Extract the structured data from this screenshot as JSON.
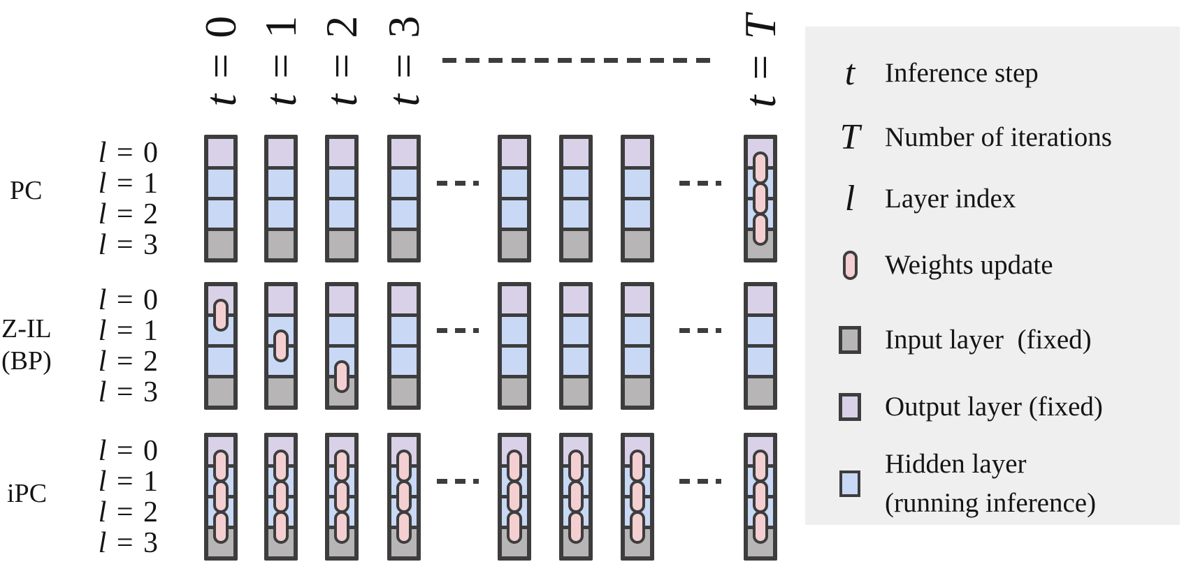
{
  "colors": {
    "output_layer": "#d9d1e8",
    "hidden_layer": "#c8d8f5",
    "input_layer": "#b7b5b5",
    "weights_pill": "#f4cfd2",
    "outline": "#3d3d3d",
    "legend_bg": "#f0eff0"
  },
  "time_labels": [
    {
      "col": 0,
      "sym": "t",
      "eq": " = ",
      "val": "0",
      "val_italic": false
    },
    {
      "col": 1,
      "sym": "t",
      "eq": " = ",
      "val": "1",
      "val_italic": false
    },
    {
      "col": 2,
      "sym": "t",
      "eq": " = ",
      "val": "2",
      "val_italic": false
    },
    {
      "col": 3,
      "sym": "t",
      "eq": " = ",
      "val": "3",
      "val_italic": false
    },
    {
      "col": 7,
      "sym": "t",
      "eq": " = ",
      "val": "T",
      "val_italic": true
    }
  ],
  "column_times": [
    "0",
    "1",
    "2",
    "3",
    null,
    null,
    null,
    "T"
  ],
  "layer_labels": [
    {
      "sym": "l",
      "eq": " = ",
      "val": "0"
    },
    {
      "sym": "l",
      "eq": " = ",
      "val": "1"
    },
    {
      "sym": "l",
      "eq": " = ",
      "val": "2"
    },
    {
      "sym": "l",
      "eq": " = ",
      "val": "3"
    }
  ],
  "cell_roles": [
    "output",
    "hidden",
    "hidden",
    "input"
  ],
  "rows": [
    {
      "id": "pc",
      "label": "PC",
      "pills": [
        [],
        [],
        [],
        [],
        [],
        [],
        [],
        [
          0,
          1,
          2
        ]
      ]
    },
    {
      "id": "z-il-bp",
      "label": "Z-IL\n(BP)",
      "pills": [
        [
          0
        ],
        [
          1
        ],
        [
          2
        ],
        [],
        [],
        [],
        [],
        []
      ]
    },
    {
      "id": "ipc",
      "label": "iPC",
      "pills": [
        [
          0,
          1,
          2
        ],
        [
          0,
          1,
          2
        ],
        [
          0,
          1,
          2
        ],
        [
          0,
          1,
          2
        ],
        [
          0,
          1,
          2
        ],
        [
          0,
          1,
          2
        ],
        [
          0,
          1,
          2
        ],
        [
          0,
          1,
          2
        ]
      ]
    }
  ],
  "legend": {
    "items": [
      {
        "type": "math",
        "symbol": "t",
        "label": "Inference step"
      },
      {
        "type": "math",
        "symbol": "T",
        "label": "Number of iterations"
      },
      {
        "type": "math",
        "symbol": "l",
        "label": "Layer index"
      },
      {
        "type": "pill",
        "label": "Weights update"
      },
      {
        "type": "swatch-input",
        "label": "Input layer  (fixed)"
      },
      {
        "type": "swatch-output",
        "label": "Output layer (fixed)"
      },
      {
        "type": "swatch-hidden",
        "label": "Hidden layer\n(running inference)"
      }
    ]
  }
}
